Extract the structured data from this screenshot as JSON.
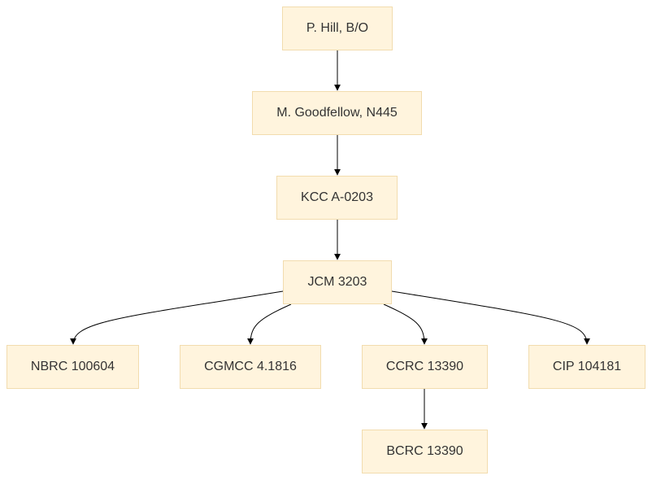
{
  "colors": {
    "node_fill": "#fff4dd",
    "node_border": "#f2dcae",
    "node_text": "#333333",
    "edge": "#000000"
  },
  "nodes": {
    "hill": "P. Hill, B/O",
    "goodfellow": "M. Goodfellow, N445",
    "kcc": "KCC A-0203",
    "jcm": "JCM 3203",
    "nbrc": "NBRC 100604",
    "cgmcc": "CGMCC 4.1816",
    "ccrc": "CCRC 13390",
    "cip": "CIP 104181",
    "bcrc": "BCRC 13390"
  },
  "edges": [
    {
      "from": "hill",
      "to": "goodfellow"
    },
    {
      "from": "goodfellow",
      "to": "kcc"
    },
    {
      "from": "kcc",
      "to": "jcm"
    },
    {
      "from": "jcm",
      "to": "nbrc"
    },
    {
      "from": "jcm",
      "to": "cgmcc"
    },
    {
      "from": "jcm",
      "to": "ccrc"
    },
    {
      "from": "jcm",
      "to": "cip"
    },
    {
      "from": "ccrc",
      "to": "bcrc"
    }
  ]
}
